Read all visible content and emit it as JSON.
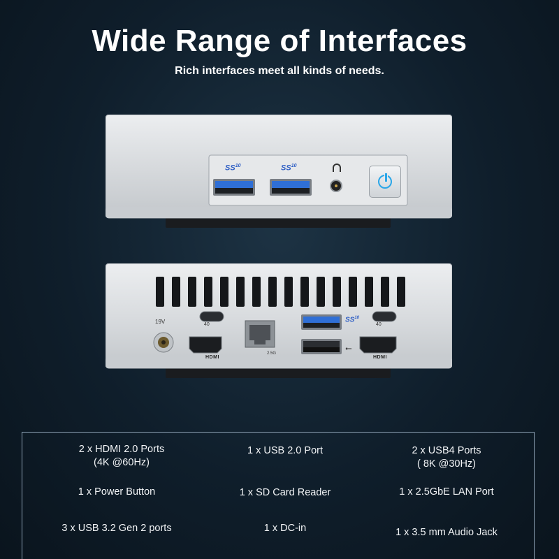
{
  "header": {
    "title": "Wide Range of Interfaces",
    "subtitle": "Rich interfaces meet all kinds of needs."
  },
  "front_panel": {
    "usb_badge_left": "SS",
    "usb_badge_right": "SS",
    "usb_speed": "10"
  },
  "back_panel": {
    "dc_label": "19V",
    "usb_c_label_left": "40",
    "usb_c_label_right": "40",
    "hdmi_label_left": "HDMI",
    "hdmi_label_right": "HDMI",
    "lan_label": "2.5G",
    "usb_badge": "SS",
    "usb_speed": "10"
  },
  "specs": [
    {
      "lines": [
        "2 x HDMI 2.0 Ports",
        "(4K @60Hz)"
      ]
    },
    {
      "lines": [
        "1 x USB 2.0 Port"
      ]
    },
    {
      "lines": [
        "2 x USB4 Ports",
        "( 8K @30Hz)"
      ]
    },
    {
      "lines": [
        "1 x Power Button"
      ]
    },
    {
      "lines": [
        "1 x SD Card Reader"
      ]
    },
    {
      "lines": [
        "1 x 2.5GbE LAN Port"
      ]
    },
    {
      "lines": [
        "3 x USB 3.2 Gen 2 ports"
      ]
    },
    {
      "lines": [
        "1 x DC-in"
      ]
    },
    {
      "lines": [
        "1 x 3.5 mm Audio Jack"
      ]
    }
  ],
  "colors": {
    "usb3_blue": "#2f6fd6",
    "power_led": "#2aa6e8",
    "chassis": "#d9dcdf"
  }
}
